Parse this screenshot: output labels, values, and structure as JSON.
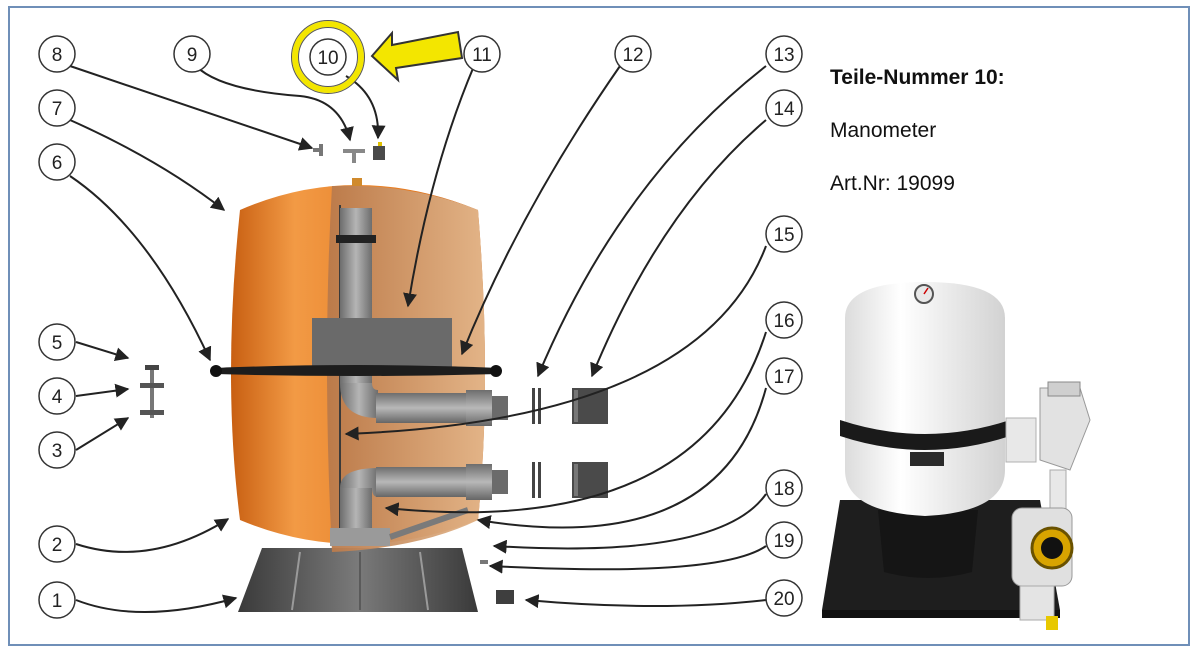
{
  "panel": {
    "title": "Teile-Nummer 10:",
    "part_name": "Manometer",
    "article_number": "Art.Nr: 19099"
  },
  "callouts": [
    "1",
    "2",
    "3",
    "4",
    "5",
    "6",
    "7",
    "8",
    "9",
    "10",
    "11",
    "12",
    "13",
    "14",
    "15",
    "16",
    "17",
    "18",
    "19",
    "20"
  ],
  "highlighted_part": "10",
  "colors": {
    "tank_orange": "#e8822a",
    "highlight_yellow": "#f3e600",
    "frame_border": "#6f8fb8"
  }
}
